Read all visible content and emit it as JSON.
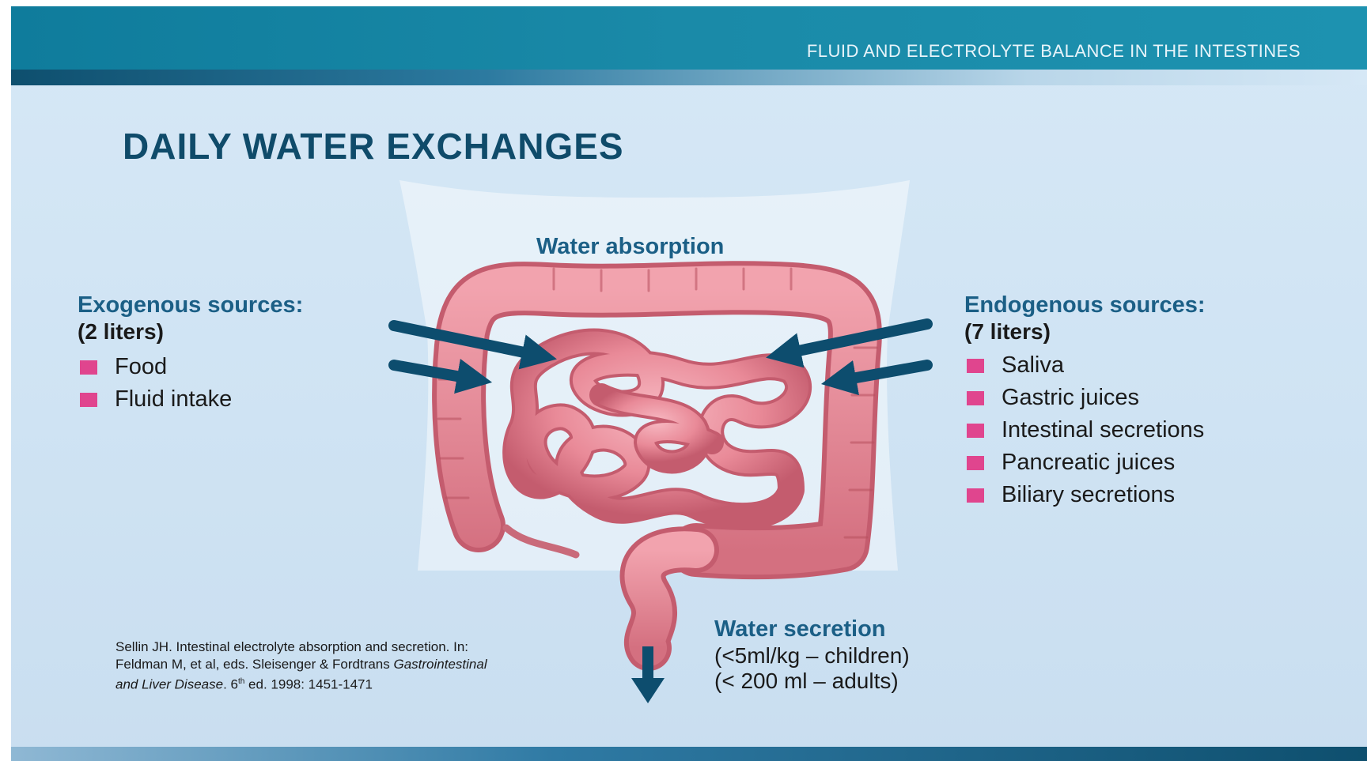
{
  "header": {
    "title": "FLUID AND ELECTROLYTE BALANCE IN THE INTESTINES"
  },
  "main_title": "DAILY WATER EXCHANGES",
  "absorption_label": "Water absorption",
  "exogenous": {
    "heading": "Exogenous sources:",
    "amount": "(2 liters)",
    "items": [
      "Food",
      "Fluid intake"
    ]
  },
  "endogenous": {
    "heading": "Endogenous sources:",
    "amount": "(7 liters)",
    "items": [
      "Saliva",
      "Gastric juices",
      "Intestinal secretions",
      "Pancreatic juices",
      "Biliary secretions"
    ]
  },
  "secretion": {
    "heading": "Water secretion",
    "lines": [
      "(<5ml/kg – children)",
      "(< 200 ml – adults)"
    ]
  },
  "citation": {
    "part1": "Sellin JH. Intestinal electrolyte absorption and secretion. In: Feldman M, et al, eds. Sleisenger & Fordtrans ",
    "journal": "Gastrointestinal and Liver Disease",
    "part2": ". 6",
    "edition_suffix": "th",
    "part3": " ed. 1998: 1451-1471"
  },
  "colors": {
    "accent_teal": "#1a8aa8",
    "title_navy": "#0f4b6a",
    "heading_blue": "#1b5f86",
    "bullet_pink": "#e0458e",
    "arrow_navy": "#0d4d6e",
    "intestine_pink": "#e98a98"
  }
}
